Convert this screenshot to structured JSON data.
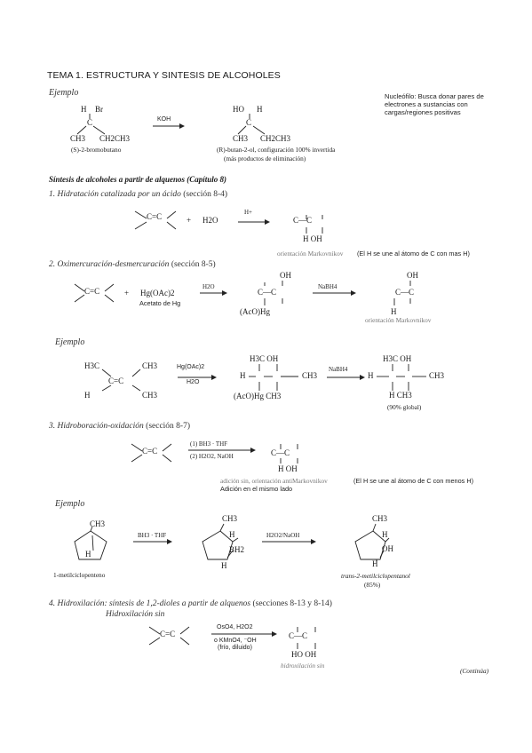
{
  "title": "TEMA 1. ESTRUCTURA Y SINTESIS DE ALCOHOLES",
  "note": [
    "Nucleófilo: Busca donar pares de",
    "electrones a sustancias con",
    "cargas/regiones positivas"
  ],
  "ejemplo": "Ejemplo",
  "ex1": {
    "reagent": "KOH",
    "reactant": {
      "h": "H",
      "br": "Br",
      "c": "C",
      "ch3": "CH3",
      "ch2ch3": "CH2CH3"
    },
    "reactant_name": "(S)-2-bromobutano",
    "product": {
      "ho": "HO",
      "h": "H"
    },
    "product_name": "(R)-butan-2-ol, configuración 100% invertida",
    "product_note": "(más productos de eliminación)"
  },
  "section_title": "Síntesis de alcoholes a partir de alquenos (Capítulo 8)",
  "s1": {
    "title": "1. Hidratación catalizada por un ácido",
    "ref": "(sección 8-4)",
    "alkene": "C=C",
    "plus": "+",
    "water": "H2O",
    "reagent": "H+",
    "product_top": "C—C",
    "product_bottom": "H   OH",
    "orient": "orientación Markovnikov",
    "orient_note": "(El H se une al átomo de C con mas H)"
  },
  "s2": {
    "title": "2. Oximercuración-desmercuración",
    "ref": "(sección 8-5)",
    "reagent": "Hg(OAc)2",
    "reagent_name": "Acetato de Hg",
    "step1": "H2O",
    "step2": "NaBH4",
    "oh": "OH",
    "acohg": "(AcO)Hg",
    "h": "H",
    "orient": "orientación Markovnikov"
  },
  "s2ex": {
    "label": "Ejemplo",
    "reactant_h3c": "H3C",
    "reactant_ch3": "CH3",
    "h": "H",
    "reagents": [
      "Hg(OAc)2",
      "H2O"
    ],
    "middle_top": "H3C  OH",
    "middle_ch3": "CH3",
    "middle_bottom": "(AcO)Hg  CH3",
    "nabh4": "NaBH4",
    "final_top": "H3C  OH",
    "final_bottom": "H   CH3",
    "yield": "(90% global)"
  },
  "s3": {
    "title": "3. Hidroboración-oxidación",
    "ref": "(sección 8-7)",
    "reagents": [
      "(1) BH3 · THF",
      "(2) H2O2, NaOH"
    ],
    "product_bottom": "H   OH",
    "caption": "adición sin, orientación antiMarkovnikov",
    "caption_note": "(El H se une al átomo de C con menos H)",
    "caption2": "Adición en el mismo lado"
  },
  "s3ex": {
    "label": "Ejemplo",
    "ch3": "CH3",
    "h": "H",
    "reagent1": "BH3 · THF",
    "bh2": "BH2",
    "reagent2": "H2O2/NaOH",
    "oh": "OH",
    "reactant_name": "1-metilciclopenteno",
    "product_name": "trans-2-metilciclopentanol",
    "yield": "(85%)"
  },
  "s4": {
    "title": "4. Hidroxilación: síntesis de 1,2-dioles a partir de alquenos",
    "ref": "(secciones 8-13 y 8-14)",
    "sub": "Hidroxilación sin",
    "reagents": [
      "OsO4, H2O2",
      "o KMnO4, ⁻OH",
      "(frío, diluido)"
    ],
    "product_bottom": "HO  OH",
    "caption": "hidroxilación sin"
  },
  "continua": "(Continúa)"
}
